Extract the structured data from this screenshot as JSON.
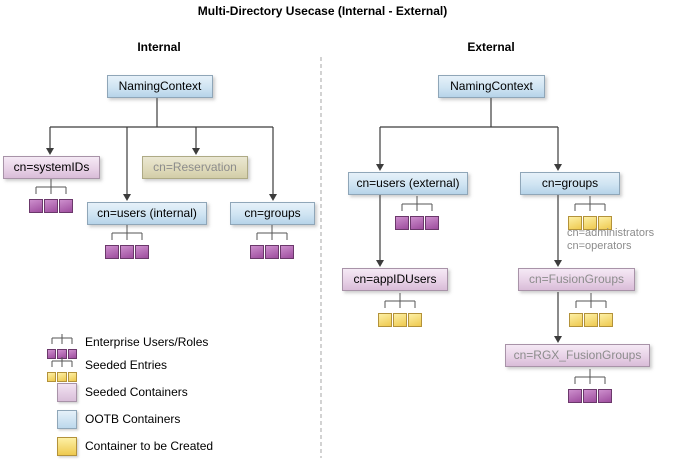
{
  "title": "Multi-Directory Usecase (Internal - External)",
  "sections": {
    "internal": {
      "header": "Internal",
      "nodes": {
        "naming_context": "NamingContext",
        "system_ids": "cn=systemIDs",
        "reservation": "cn=Reservation",
        "users_internal": "cn=users (internal)",
        "groups": "cn=groups"
      }
    },
    "external": {
      "header": "External",
      "nodes": {
        "naming_context": "NamingContext",
        "users_external": "cn=users (external)",
        "groups": "cn=groups",
        "app_id_users": "cn=appIDUsers",
        "fusion_groups": "cn=FusionGroups",
        "rgx_fusion_groups": "cn=RGX_FusionGroups"
      },
      "annotations": {
        "groups_note_line1": "cn=administrators",
        "groups_note_line2": "cn=operators"
      }
    }
  },
  "legend": {
    "items": [
      {
        "icon": "enterprise-users-icon",
        "label": "Enterprise Users/Roles"
      },
      {
        "icon": "seeded-entries-icon",
        "label": "Seeded Entries"
      },
      {
        "icon": "seeded-container-swatch",
        "label": "Seeded Containers"
      },
      {
        "icon": "ootb-container-swatch",
        "label": "OOTB Containers"
      },
      {
        "icon": "container-to-create-swatch",
        "label": "Container to be Created"
      }
    ]
  },
  "colors": {
    "ootb_container": "#cfe4f2",
    "seeded_container": "#e8d2e7",
    "reservation_container": "#ded9b9",
    "enterprise_square": "#9e4d9e",
    "seeded_square": "#eec94f",
    "connector_line": "#3c3c3c",
    "divider": "#bbbbbb",
    "muted_text": "#8c8c8c"
  }
}
